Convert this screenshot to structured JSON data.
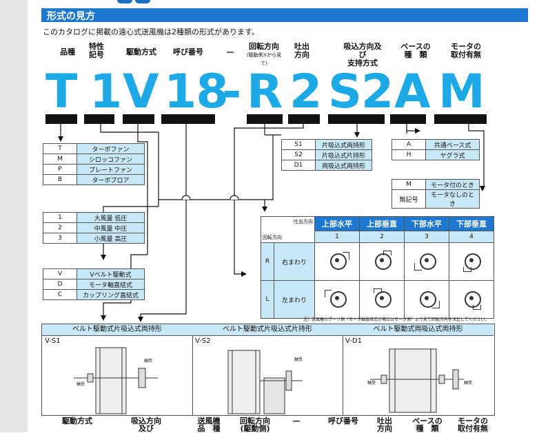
{
  "section_title": "形式の見方",
  "intro": "このカタログに掲載の遠心式送風機は2種類の形式があります。",
  "columns": [
    {
      "l1": "",
      "l2": "品種"
    },
    {
      "l1": "特性",
      "l2": "記号"
    },
    {
      "l1": "",
      "l2": "駆動方式"
    },
    {
      "l1": "",
      "l2": "呼び番号"
    },
    {
      "l1": "",
      "l2": "—"
    },
    {
      "l1": "回転方向",
      "l2": "(駆動側)(から見て)"
    },
    {
      "l1": "吐出",
      "l2": "方向"
    },
    {
      "l1": "吸込方向及び",
      "l2": "支持方式"
    },
    {
      "l1": "ベースの",
      "l2": "種　類"
    },
    {
      "l1": "モータの",
      "l2": "取付有無"
    }
  ],
  "model_code": [
    "T",
    "1",
    "V",
    "18",
    "-",
    "R",
    "2",
    "S2",
    "A",
    "M"
  ],
  "type_table": [
    {
      "k": "T",
      "v": "ターボファン"
    },
    {
      "k": "M",
      "v": "シロッコファン"
    },
    {
      "k": "P",
      "v": "プレートファン"
    },
    {
      "k": "B",
      "v": "ターボブロア"
    }
  ],
  "char_table": [
    {
      "k": "1",
      "v": "大風量 低圧"
    },
    {
      "k": "2",
      "v": "中風量 中圧"
    },
    {
      "k": "3",
      "v": "小風量 高圧"
    }
  ],
  "drive_table": [
    {
      "k": "V",
      "v": "Vベルト駆動式"
    },
    {
      "k": "D",
      "v": "モータ軸直結式"
    },
    {
      "k": "C",
      "v": "カップリング直結式"
    }
  ],
  "support_table": [
    {
      "k": "S1",
      "v": "片吸込式両持形"
    },
    {
      "k": "S2",
      "v": "片吸込式片持形"
    },
    {
      "k": "D1",
      "v": "両吸込式両持形"
    }
  ],
  "base_table": [
    {
      "k": "A",
      "v": "共通ベース式"
    },
    {
      "k": "H",
      "v": "ヤグラ式"
    }
  ],
  "motor_table": [
    {
      "k": "M",
      "v": "モータ付のとき"
    },
    {
      "k": "無記号",
      "v": "モータなしのとき"
    }
  ],
  "rotation": {
    "corner_top": "吐出方向",
    "corner_bottom": "回転方向",
    "headers": [
      "上部水平",
      "上部垂直",
      "下部水平",
      "下部垂直"
    ],
    "numbers": [
      "1",
      "2",
      "3",
      "4"
    ],
    "rows": [
      {
        "k": "R",
        "v": "右まわり"
      },
      {
        "k": "L",
        "v": "左まわり"
      }
    ]
  },
  "note": "注）送風機のプーリ側（モータ軸直結式の場合はモータ側）より見て回転方向を決定してください。",
  "lower": [
    {
      "title": "ベルト駆動式片吸込式両持形",
      "code": "V-S1"
    },
    {
      "title": "ベルト駆動式片吸込式片持形",
      "code": "V-S2"
    },
    {
      "title": "ベルト駆動式両吸込式両持形",
      "code": "V-D1"
    }
  ],
  "bearing_label": "軸受",
  "bottom_headers": [
    {
      "l1": "",
      "l2": "駆動方式"
    },
    {
      "l1": "吸込方向",
      "l2": "及び"
    },
    {
      "l1": "送風機",
      "l2": "品　種"
    },
    {
      "l1": "回転方向",
      "l2": "(駆動側)"
    },
    {
      "l1": "",
      "l2": "—"
    },
    {
      "l1": "",
      "l2": "呼び番号"
    },
    {
      "l1": "吐出",
      "l2": "方向"
    },
    {
      "l1": "ベースの",
      "l2": "種　類"
    },
    {
      "l1": "モータの",
      "l2": "取付有無"
    }
  ]
}
